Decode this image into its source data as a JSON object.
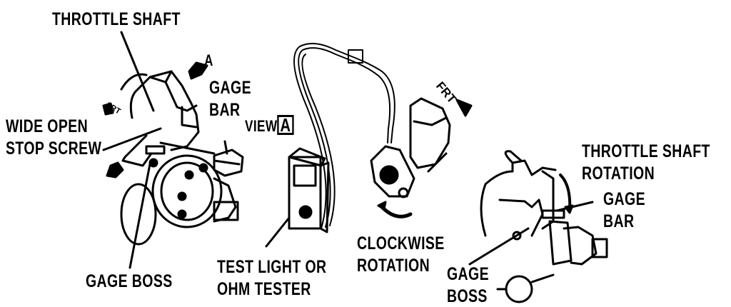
{
  "labels": {
    "throttle_shaft": "THROTTLE SHAFT",
    "view_arrow_letter": "A",
    "gage_bar_left": [
      "GAGE",
      "BAR"
    ],
    "view_a": {
      "prefix": "VIEW",
      "letter": "A"
    },
    "wide_open_stop_screw": [
      "WIDE OPEN",
      "STOP SCREW"
    ],
    "gage_boss_left": "GAGE BOSS",
    "test_light": [
      "TEST LIGHT OR",
      "OHM TESTER"
    ],
    "clockwise_rotation": [
      "CLOCKWISE",
      "ROTATION"
    ],
    "frt_left": "FRT",
    "frt_right": "FRT",
    "throttle_shaft_rotation": [
      "THROTTLE SHAFT",
      "ROTATION"
    ],
    "gage_bar_right": [
      "GAGE",
      "BAR"
    ],
    "gage_boss_right": [
      "GAGE",
      "BOSS"
    ]
  }
}
